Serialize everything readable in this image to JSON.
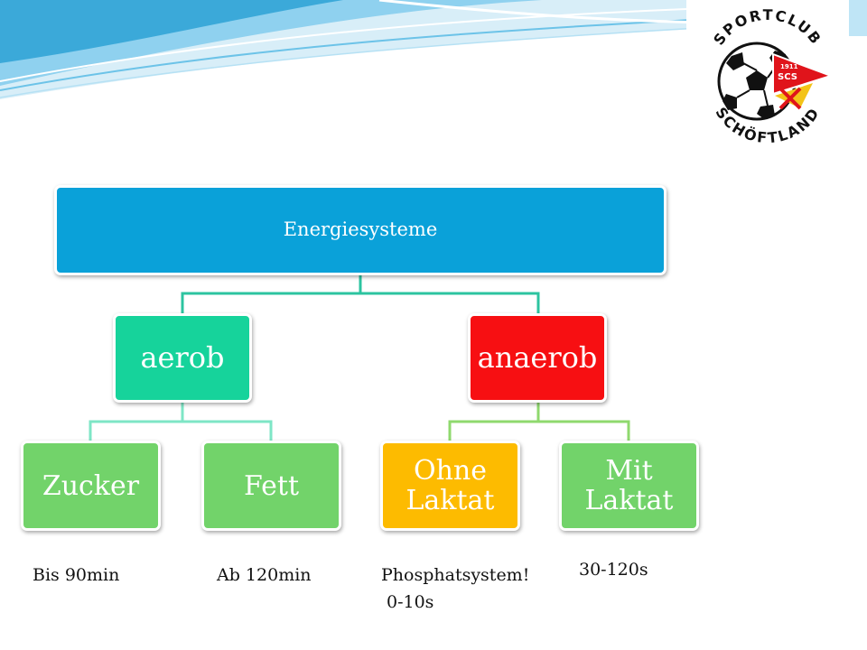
{
  "diagram": {
    "root": {
      "label": "Energiesysteme",
      "color": "#0aa1d9"
    },
    "branches": [
      {
        "label": "aerob",
        "color": "#16d39b",
        "line_color": "#7ee6c6",
        "children": [
          {
            "label": "Zucker",
            "color": "#72d36a"
          },
          {
            "label": "Fett",
            "color": "#72d36a"
          }
        ]
      },
      {
        "label": "anaerob",
        "color": "#f70f12",
        "line_color": "#8fd96e",
        "children": [
          {
            "label": "Ohne Laktat",
            "color": "#fdbb00"
          },
          {
            "label": "Mit Laktat",
            "color": "#72d36a"
          }
        ]
      }
    ],
    "root_line_color": "#2cc4a0"
  },
  "notes": {
    "zucker": "Bis 90min",
    "fett": "Ab 120min",
    "ohne_laktat_1": "Phosphatsystem!",
    "ohne_laktat_2": "0-10s",
    "mit_laktat": "30-120s"
  },
  "logo": {
    "top_text": "SPORTCLUB",
    "bottom_text": "SCHÖFTLAND",
    "flag_text": "SCS",
    "flag_year": "1911",
    "flag_color": "#e0141b",
    "accent_color": "#f3c318"
  },
  "theme": {
    "wave_light": "#d8eef8",
    "wave_mid": "#8fd1ef",
    "wave_dark": "#3ba9d9"
  }
}
